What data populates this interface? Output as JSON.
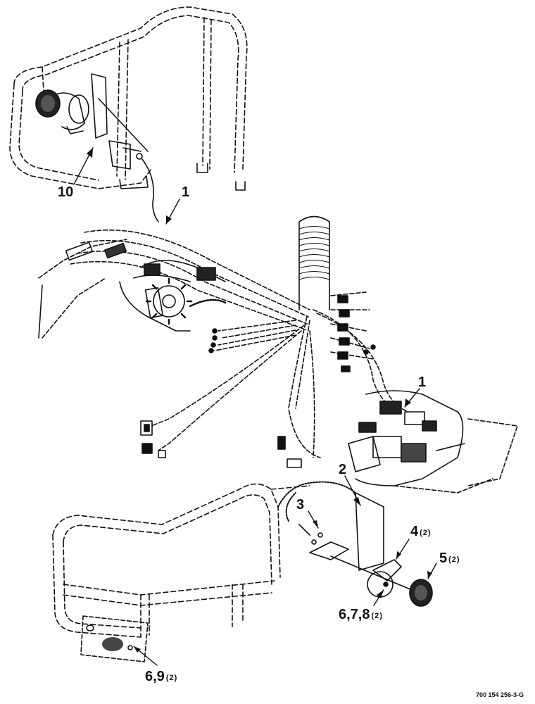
{
  "callouts": {
    "c10": {
      "num": "10"
    },
    "c1_top": {
      "num": "1"
    },
    "c1_right": {
      "num": "1"
    },
    "c2": {
      "num": "2"
    },
    "c3": {
      "num": "3"
    },
    "c4": {
      "num": "4",
      "qty": "(2)"
    },
    "c5": {
      "num": "5",
      "qty": "(2)"
    },
    "c678": {
      "num": "6,7,8",
      "qty": "(2)"
    },
    "c69": {
      "num": "6,9",
      "qty": "(2)"
    }
  },
  "figure_code": "700 154 256-3-G",
  "colors": {
    "ink": "#111111",
    "paper": "#ffffff"
  }
}
